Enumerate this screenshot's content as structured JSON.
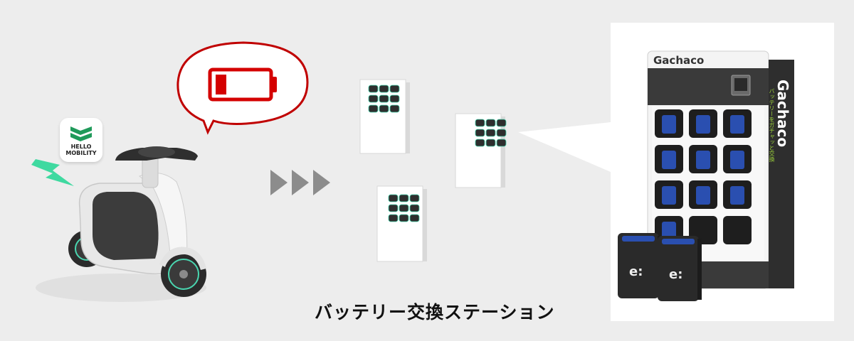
{
  "caption": "バッテリー交換ステーション",
  "app_badge": {
    "line1": "HELLO",
    "line2": "MOBILITY"
  },
  "station_brand": {
    "logo": "Gachaco",
    "side_text": "バッテリーをガチャッと交換"
  },
  "battery_label": "e:",
  "colors": {
    "background": "#ededed",
    "speech_bubble_stroke": "#c00000",
    "battery_low": "#d40000",
    "lightning": "#3fd9a0",
    "arrows": "#8c8c8c",
    "brand_green": "#9bd13a",
    "app_badge_green": "#1f9a5a"
  }
}
